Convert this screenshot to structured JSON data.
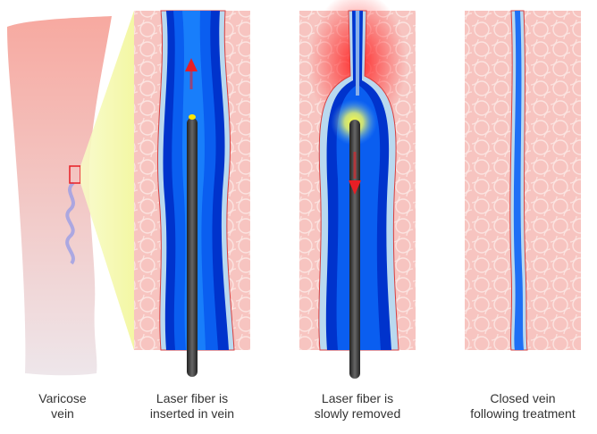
{
  "labels": {
    "varicose": "Varicose\nvein",
    "inserted": "Laser fiber is\ninserted in vein",
    "removed": "Laser fiber is\nslowly removed",
    "closed": "Closed vein\nfollowing treatment"
  },
  "colors": {
    "skin": "#f7c9c4",
    "vein_blue": "#0a5ef0",
    "vein_dark": "#0033cc",
    "fiber": "#333333",
    "arrow": "#e81e25",
    "heat": "#ff2a2a",
    "magnifier": "#f5f7a8"
  }
}
